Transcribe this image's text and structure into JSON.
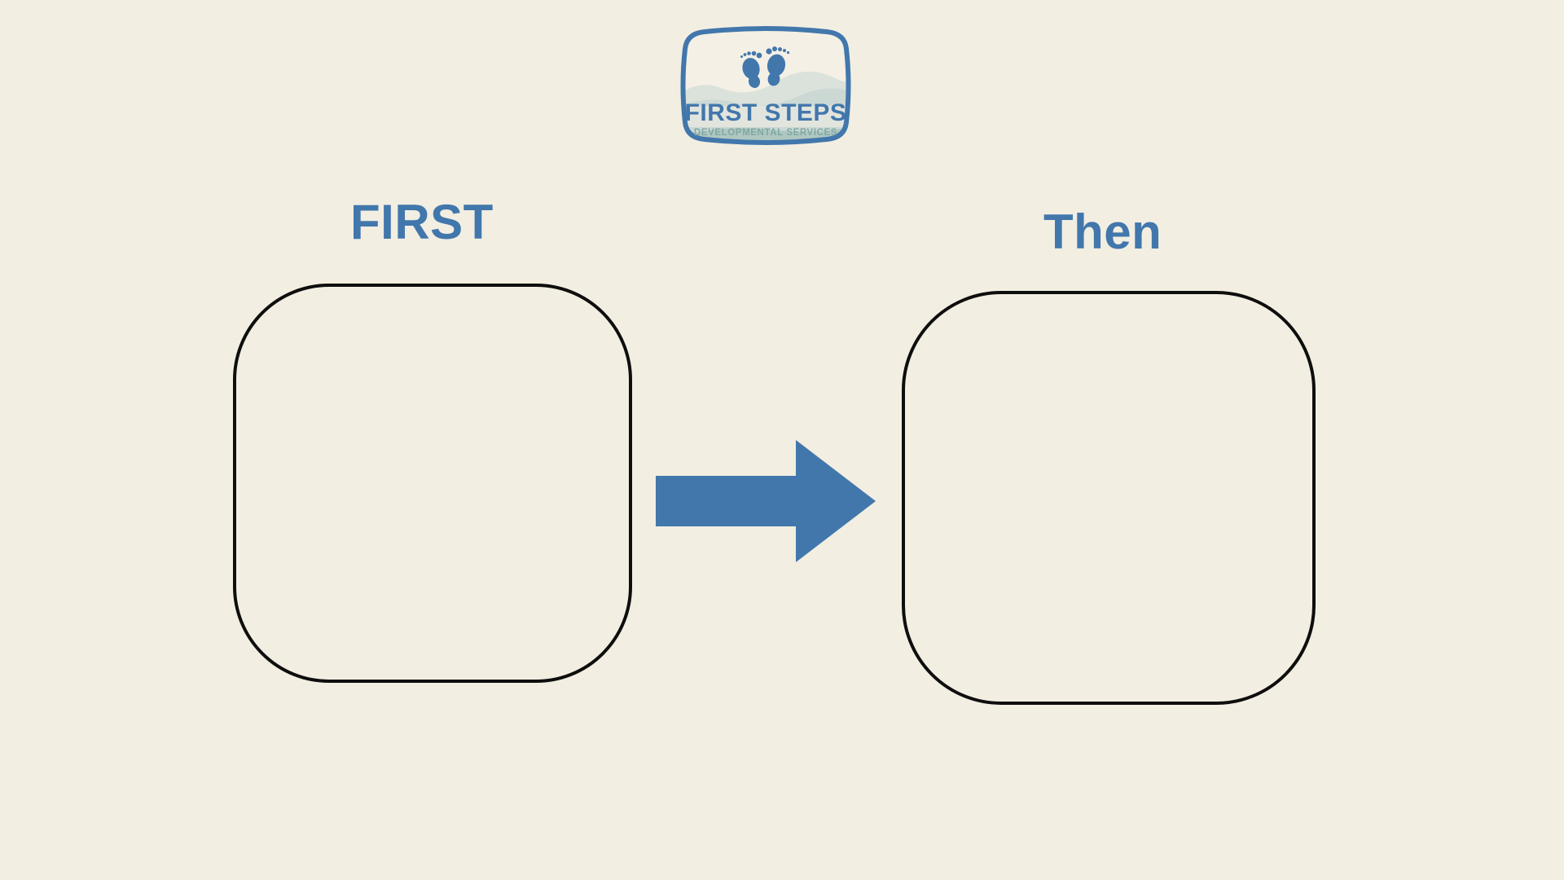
{
  "page": {
    "background_color": "#F2EEE2",
    "accent_blue": "#4277AC",
    "outline_color": "#0E0E0E",
    "logo_teal": "#7FA8A4"
  },
  "logo": {
    "name": "first-steps-developmental-services-logo",
    "title": "FIRST STEPS",
    "subtitle": "DEVELOPMENTAL SERVICES",
    "icon": "baby-footprints-icon",
    "border_color": "#4277AC",
    "title_color": "#4277AC",
    "subtitle_color": "#7FA8A4"
  },
  "board": {
    "type": "first-then-visual-schedule",
    "panels": [
      {
        "key": "first",
        "heading": "FIRST",
        "box_content": "",
        "box_name": "first-activity-box"
      },
      {
        "key": "then",
        "heading": "Then",
        "box_content": "",
        "box_name": "then-activity-box"
      }
    ],
    "arrow": {
      "name": "right-arrow-icon",
      "direction": "right",
      "color": "#4277AC"
    }
  }
}
